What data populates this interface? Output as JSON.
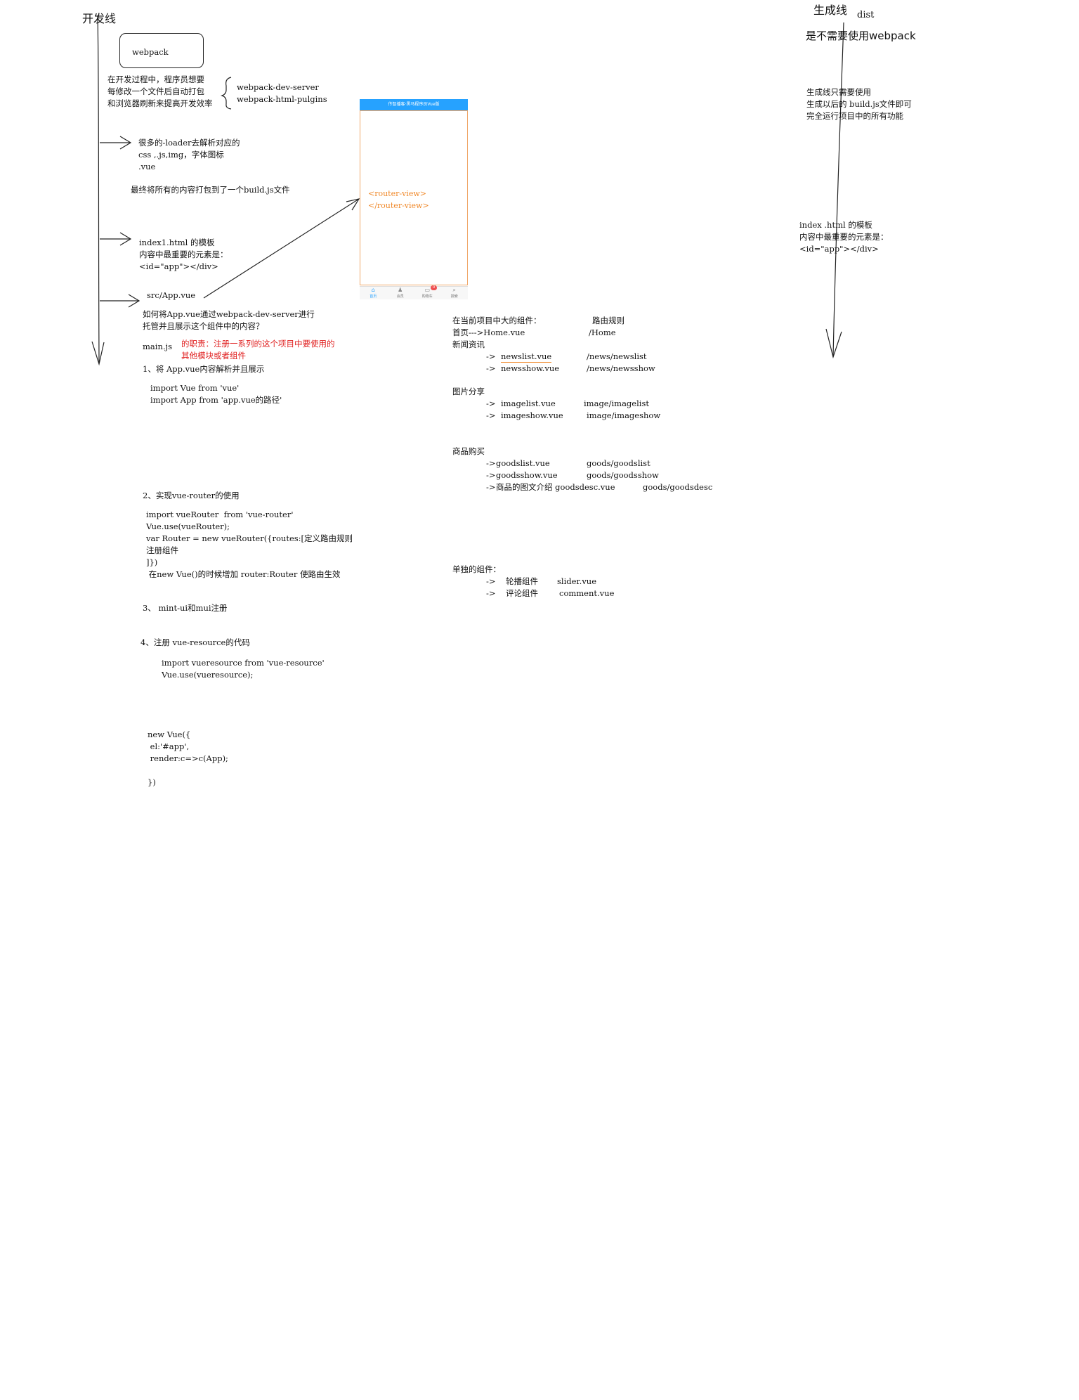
{
  "dev": {
    "title": "开发线",
    "webpack_box": "webpack",
    "purpose_lines": [
      "在开发过程中，程序员想要",
      "每修改一个文件后自动打包",
      "和浏览器刷新来提高开发效率"
    ],
    "plugins": [
      "webpack-dev-server",
      "webpack-html-pulgins"
    ],
    "loader_lines": [
      "很多的-loader去解析对应的",
      "css ,.js,img，字体图标",
      ".vue"
    ],
    "bundle_note": "最终将所有的内容打包到了一个build.js文件",
    "index_lines": [
      "index1.html 的模板",
      "内容中最重要的元素是：",
      "<id=\"app\"></div>"
    ],
    "app_vue": "src/App.vue",
    "app_host_lines": [
      "如何将App.vue通过webpack-dev-server进行",
      "托管并且展示这个组件中的内容？"
    ],
    "main_js": "main.js",
    "main_js_duty_lines": [
      "的职责：注册一系列的这个项目中要使用的",
      "其他模块或者组件"
    ],
    "step1_title": "1、将 App.vue内容解析并且展示",
    "step1_code": [
      "import Vue from 'vue'",
      "import App from 'app.vue的路径'"
    ],
    "step2_title": "2、实现vue-router的使用",
    "step2_code": [
      "import vueRouter  from 'vue-router'",
      "Vue.use(vueRouter);",
      "var Router = new vueRouter({routes:[定义路由规则",
      "注册组件",
      "]})",
      " 在new Vue()的时候增加 router:Router 使路由生效"
    ],
    "step3_title": "3、 mint-ui和mui注册",
    "step4_title": "4、注册 vue-resource的代码",
    "step4_code": [
      "import vueresource from 'vue-resource'",
      "Vue.use(vueresource);"
    ],
    "new_vue_code": [
      "new Vue({",
      " el:'#app',",
      " render:c=>c(App);",
      "",
      "})"
    ]
  },
  "phone": {
    "header_title": "传智播客·黑马程序员Vue版",
    "router_view_lines": [
      "<router-view>",
      "</router-view>"
    ],
    "tabs": [
      {
        "icon": "home-icon",
        "glyph": "⌂",
        "label": "首页",
        "active": true
      },
      {
        "icon": "member-icon",
        "glyph": "♟",
        "label": "会员",
        "active": false
      },
      {
        "icon": "cart-icon",
        "glyph": "▭",
        "label": "购物车",
        "active": false,
        "badge": "0"
      },
      {
        "icon": "search-icon",
        "glyph": "⌕",
        "label": "搜索",
        "active": false
      }
    ]
  },
  "components": {
    "header": "在当前项目中大的组件：",
    "route_header": "路由规则",
    "home": "首页--->Home.vue",
    "home_route": "/Home",
    "news_title": "新闻资讯",
    "news": [
      {
        "arrow": "->",
        "file": "newslist.vue",
        "route": "/news/newslist"
      },
      {
        "arrow": "->",
        "file": "newsshow.vue",
        "route": "/news/newsshow"
      }
    ],
    "image_title": "图片分享",
    "images": [
      {
        "arrow": "->",
        "file": "imagelist.vue",
        "route": "image/imagelist"
      },
      {
        "arrow": "->",
        "file": "imageshow.vue",
        "route": "image/imageshow"
      }
    ],
    "goods_title": "商品购买",
    "goods": [
      {
        "arrow": "->",
        "file": "goodslist.vue",
        "route": "goods/goodslist"
      },
      {
        "arrow": "->",
        "file": "goodsshow.vue",
        "route": "goods/goodsshow"
      },
      {
        "arrow": "->",
        "file": "商品的图文介绍 goodsdesc.vue",
        "route": "goods/goodsdesc"
      }
    ],
    "single_title": "单独的组件：",
    "single": [
      {
        "arrow": "->",
        "name": "轮播组件",
        "file": "slider.vue"
      },
      {
        "arrow": "->",
        "name": "评论组件",
        "file": "comment.vue"
      }
    ]
  },
  "prod": {
    "title": "生成线",
    "dist": "dist",
    "no_webpack": "是不需要使用webpack",
    "lines": [
      "生成线只需要使用",
      "生成以后的 build.js文件即可",
      "完全运行项目中的所有功能"
    ],
    "index_lines": [
      "index .html 的模板",
      "内容中最重要的元素是：",
      "<id=\"app\"></div>"
    ]
  }
}
